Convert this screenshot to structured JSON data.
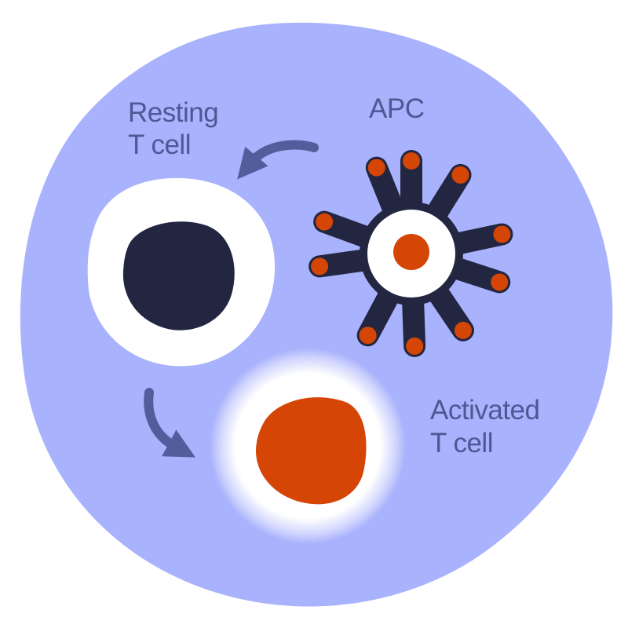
{
  "labels": {
    "resting_line1": "Resting",
    "resting_line2": "T cell",
    "apc": "APC",
    "activated_line1": "Activated",
    "activated_line2": "T cell"
  },
  "icons": {
    "resting_arrow": "curved-arrow-left-icon",
    "activation_arrow": "curved-arrow-down-icon"
  },
  "colors": {
    "background": "#ffffff",
    "blob": "#a9b2fc",
    "text": "#4e5894",
    "arrow": "#545d9c",
    "navy": "#232640",
    "cell_white": "#ffffff",
    "orange": "#d44506"
  }
}
